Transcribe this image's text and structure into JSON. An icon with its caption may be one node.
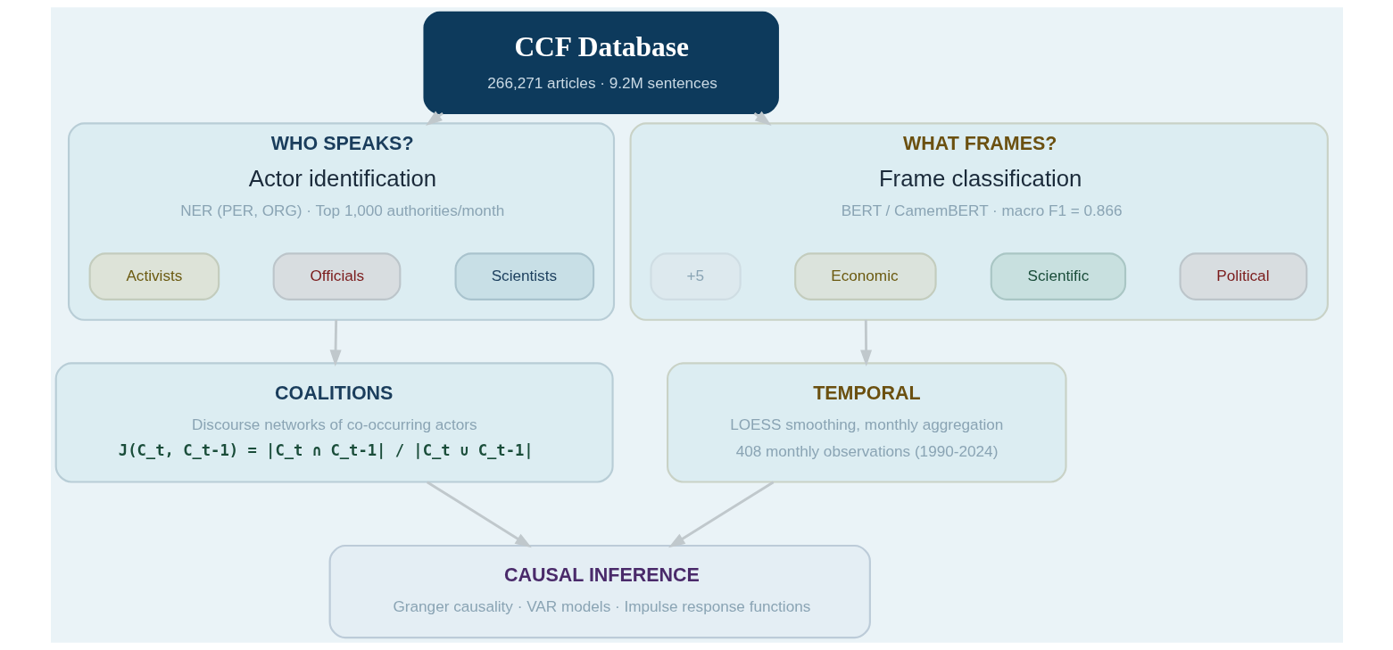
{
  "diagram": {
    "nodes": [
      {
        "text": [
          "CCF Database",
          "266,271 articles · 9.2M sentences"
        ]
      },
      {
        "text": [
          "WHO SPEAKS?",
          "Actor identification",
          "NER (PER, ORG) · Top 1,000 authorities/month"
        ]
      },
      {
        "text": [
          "Scientists"
        ],
        "in": 1
      },
      {
        "text": [
          "Officials"
        ],
        "in": 1
      },
      {
        "text": [
          "Activists"
        ],
        "in": 1
      },
      {
        "text": [
          "WHAT FRAMES?",
          "Frame classification",
          "BERT / CamemBERT · macro F1 = 0.866"
        ]
      },
      {
        "text": [
          "Political"
        ],
        "in": 5
      },
      {
        "text": [
          "Scientific"
        ],
        "in": 5
      },
      {
        "text": [
          "Economic"
        ],
        "in": 5
      },
      {
        "text": [
          "+5"
        ],
        "in": 5
      },
      {
        "text": [
          "COALITIONS",
          "Discourse networks of co-occurring actors",
          "J(C_t, C_t-1) = |C_t ∩ C_t-1| / |C_t ∪ C_t-1|"
        ]
      },
      {
        "text": [
          "TEMPORAL",
          "LOESS smoothing, monthly aggregation",
          "408 monthly observations (1990-2024)"
        ]
      },
      {
        "text": [
          "CAUSAL INFERENCE",
          "Granger causality · VAR models · Impulse response functions"
        ]
      }
    ],
    "edges": [
      {
        "from": 0,
        "to": 1,
        "arrow": "to"
      },
      {
        "from": 0,
        "to": 5,
        "arrow": "to"
      },
      {
        "from": 1,
        "to": 10,
        "arrow": "to"
      },
      {
        "from": 5,
        "to": 11,
        "arrow": "to"
      },
      {
        "from": 10,
        "to": 12,
        "arrow": "to"
      },
      {
        "from": 11,
        "to": 12,
        "arrow": "to"
      }
    ]
  }
}
